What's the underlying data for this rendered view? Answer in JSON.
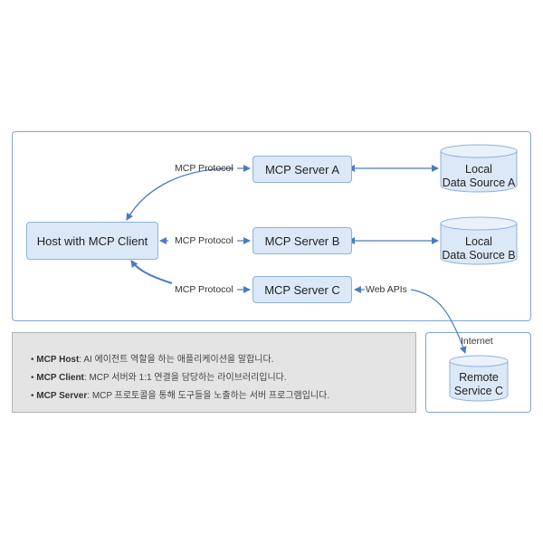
{
  "nodes": {
    "host": "Host with MCP Client",
    "server_a": "MCP Server A",
    "server_b": "MCP Server B",
    "server_c": "MCP Server C"
  },
  "databases": {
    "local_a_line1": "Local",
    "local_a_line2": "Data Source A",
    "local_b_line1": "Local",
    "local_b_line2": "Data Source B",
    "remote_line1": "Remote",
    "remote_line2": "Service C"
  },
  "labels": {
    "protocol_a": "MCP Protocol",
    "protocol_b": "MCP Protocol",
    "protocol_c": "MCP Protocol",
    "web_apis": "Web APIs",
    "internet": "Internet"
  },
  "legend": [
    {
      "term": "MCP Host",
      "desc": "AI 에이전트 역할을 하는 애플리케이션을 말합니다."
    },
    {
      "term": "MCP Client",
      "desc": "MCP 서버와 1:1 연결을 담당하는 라이브러리입니다."
    },
    {
      "term": "MCP Server",
      "desc": "MCP 프로토콜을 통해 도구들을 노출하는 서버 프로그램입니다."
    }
  ],
  "colors": {
    "node_fill": "#dbe8f7",
    "node_border": "#8fb0da",
    "arrow": "#4a7cc0",
    "panel_border": "#7fa3d8",
    "legend_fill": "#e4e4e4"
  }
}
